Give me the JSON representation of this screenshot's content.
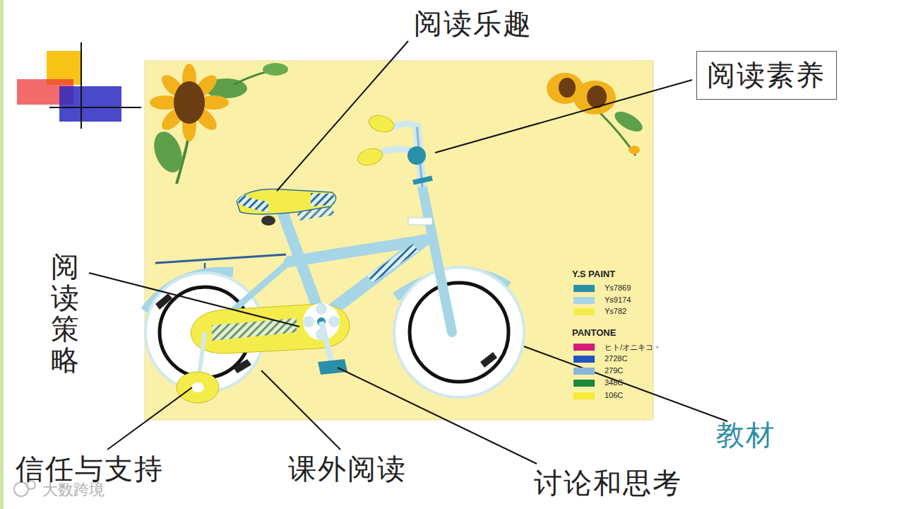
{
  "diagram": {
    "nodes": [
      {
        "text": [
          "阅读素养"
        ]
      }
    ],
    "labels": [
      "阅读乐趣",
      "阅读策略",
      "信任与支持",
      "课外阅读",
      "讨论和思考",
      "教材",
      "Y.S PAINT",
      "PANTONE",
      "大数跨境"
    ],
    "legend": [
      {
        "text": "Ys7869",
        "color": "#2a8fa8"
      },
      {
        "text": "Ys9174",
        "color": "#a6d6e6"
      },
      {
        "text": "Ys782",
        "color": "#f4ec4a"
      },
      {
        "text": "ヒト/オニキコ・",
        "color": "#d81b7a"
      },
      {
        "text": "2728C",
        "color": "#2452c2"
      },
      {
        "text": "279C",
        "color": "#8ab6dc"
      },
      {
        "text": "348C",
        "color": "#1a8a3a"
      },
      {
        "text": "106C",
        "color": "#f6ea3a"
      }
    ]
  }
}
